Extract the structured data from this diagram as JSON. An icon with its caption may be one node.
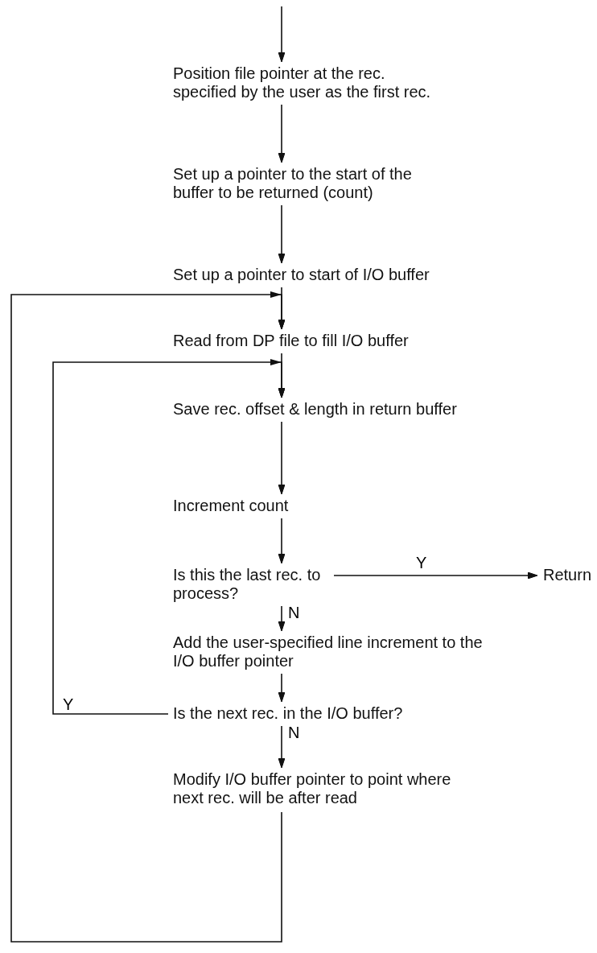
{
  "diagram": {
    "nodes": [
      {
        "text": [
          "Position file pointer at the rec. specified by the user as the first rec."
        ]
      },
      {
        "text": [
          "Set up a pointer to the start of the buffer to be returned (count)"
        ]
      },
      {
        "text": [
          "Set up a pointer to start of I/O buffer"
        ]
      },
      {
        "text": [
          "Read from DP file to fill I/O buffer"
        ]
      },
      {
        "text": [
          "Save rec. offset & length in return buffer"
        ]
      },
      {
        "text": [
          "Increment count"
        ]
      },
      {
        "text": [
          "Is this the last rec. to process?"
        ]
      },
      {
        "text": [
          "Return"
        ]
      },
      {
        "text": [
          "Add the user-specified line increment to the I/O buffer pointer"
        ]
      },
      {
        "text": [
          "Is the next rec. in the I/O buffer?"
        ]
      },
      {
        "text": [
          "Modify I/O buffer pointer to point where next rec. will be after read"
        ]
      }
    ],
    "edges": [
      {
        "from": null,
        "to": 0,
        "arrow": "to"
      },
      {
        "from": 0,
        "to": 1,
        "arrow": "to"
      },
      {
        "from": 1,
        "to": 2,
        "arrow": "to"
      },
      {
        "from": 2,
        "to": 3,
        "arrow": "to"
      },
      {
        "from": 3,
        "to": 4,
        "arrow": "to"
      },
      {
        "from": 4,
        "to": 5,
        "arrow": "to"
      },
      {
        "from": 5,
        "to": 6,
        "arrow": "to"
      },
      {
        "from": 6,
        "to": 7,
        "arrow": "to",
        "label": "Y"
      },
      {
        "from": 6,
        "to": 8,
        "arrow": "to",
        "label": "N"
      },
      {
        "from": 8,
        "to": 9,
        "arrow": "to"
      },
      {
        "from": 9,
        "to": 4,
        "arrow": "to",
        "label": "Y"
      },
      {
        "from": 9,
        "to": 10,
        "arrow": "to",
        "label": "N"
      },
      {
        "from": 10,
        "to": 3,
        "arrow": "to"
      }
    ]
  }
}
